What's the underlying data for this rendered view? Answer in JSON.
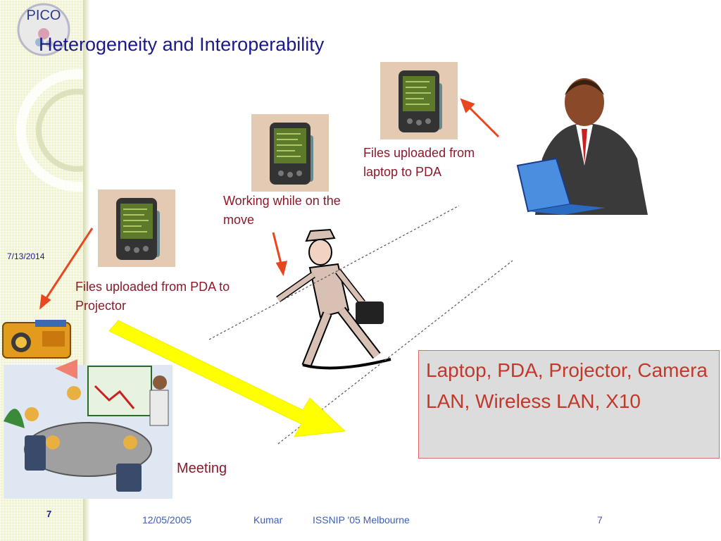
{
  "slide": {
    "title": "Heterogeneity and Interoperability",
    "logo_text": "PICO",
    "date": "7/13/2014",
    "sidebar_page": "7"
  },
  "captions": {
    "laptop_to_pda": "Files uploaded from laptop to PDA",
    "working_move": "Working while on the move",
    "pda_to_projector": "Files uploaded from PDA to Projector",
    "meeting": "Meeting"
  },
  "infobox": {
    "line1": "Laptop, PDA, Projector, Camera",
    "line2": "LAN, Wireless LAN, X10"
  },
  "footer": {
    "date": "12/05/2005",
    "author": "Kumar",
    "event": "ISSNIP '05 Melbourne",
    "page": "7"
  },
  "colors": {
    "title": "#1a1a8a",
    "caption": "#8b1a2b",
    "infobox_text": "#c0392b",
    "arrow": "#e8461e",
    "big_arrow": "#ffff00"
  }
}
